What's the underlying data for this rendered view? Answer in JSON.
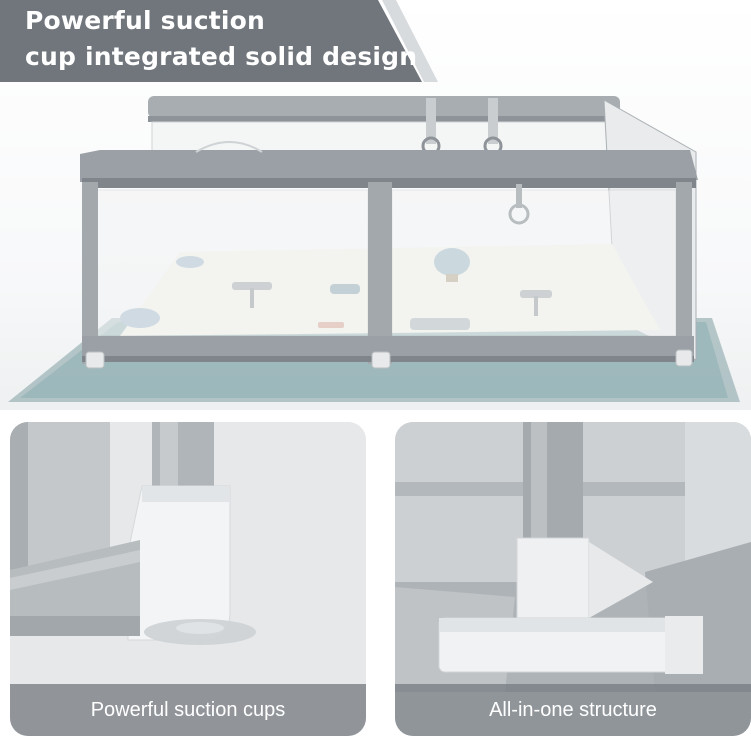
{
  "banner": {
    "line1": "Powerful suction",
    "line2": "cup integrated solid design",
    "color": "#70767c"
  },
  "hero": {
    "description_icon": "playpen-image",
    "frame_color": "#9aa0a5",
    "mat_color": "#7f9ea3"
  },
  "panels": [
    {
      "caption": "Powerful suction cups",
      "icon": "suction-cup-joint-image"
    },
    {
      "caption": "All-in-one structure",
      "icon": "t-joint-structure-image"
    }
  ]
}
